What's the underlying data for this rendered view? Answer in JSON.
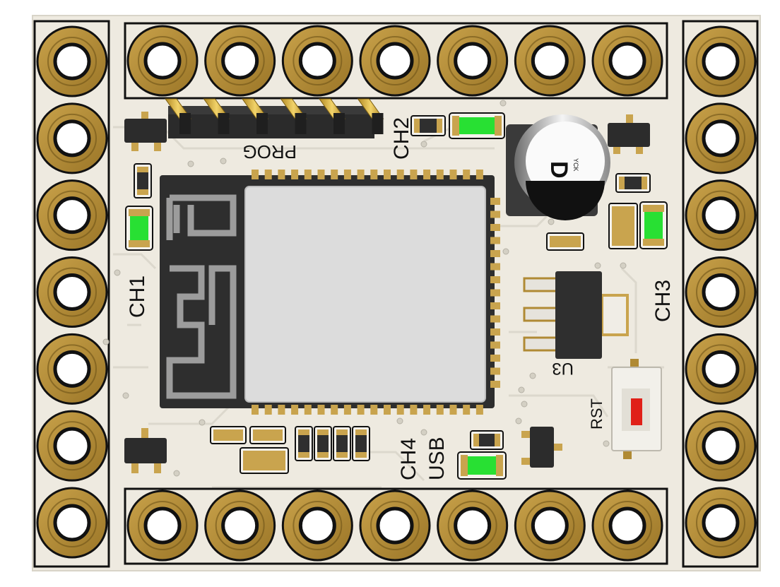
{
  "board": {
    "labels": {
      "ch1": "CH1",
      "ch2": "CH2",
      "ch3": "CH3",
      "ch4": "CH4",
      "usb": "USB",
      "prog": "PROG",
      "u3": "U3",
      "rst": "RST",
      "cap_mark": "D",
      "cap_brand": "YCK"
    },
    "colors": {
      "pcb": "#eeeae0",
      "pad": "#b38c35",
      "pad_edge": "#6e5418",
      "led": "#28e033",
      "button": "#e02018",
      "module": "#2e2e2e",
      "shield": "#dcdcdc",
      "trace": "#d6d2c8"
    },
    "header_counts": {
      "left_column": 7,
      "right_column": 7,
      "top_row": 7,
      "bottom_row": 7,
      "prog_pins": 6
    }
  }
}
